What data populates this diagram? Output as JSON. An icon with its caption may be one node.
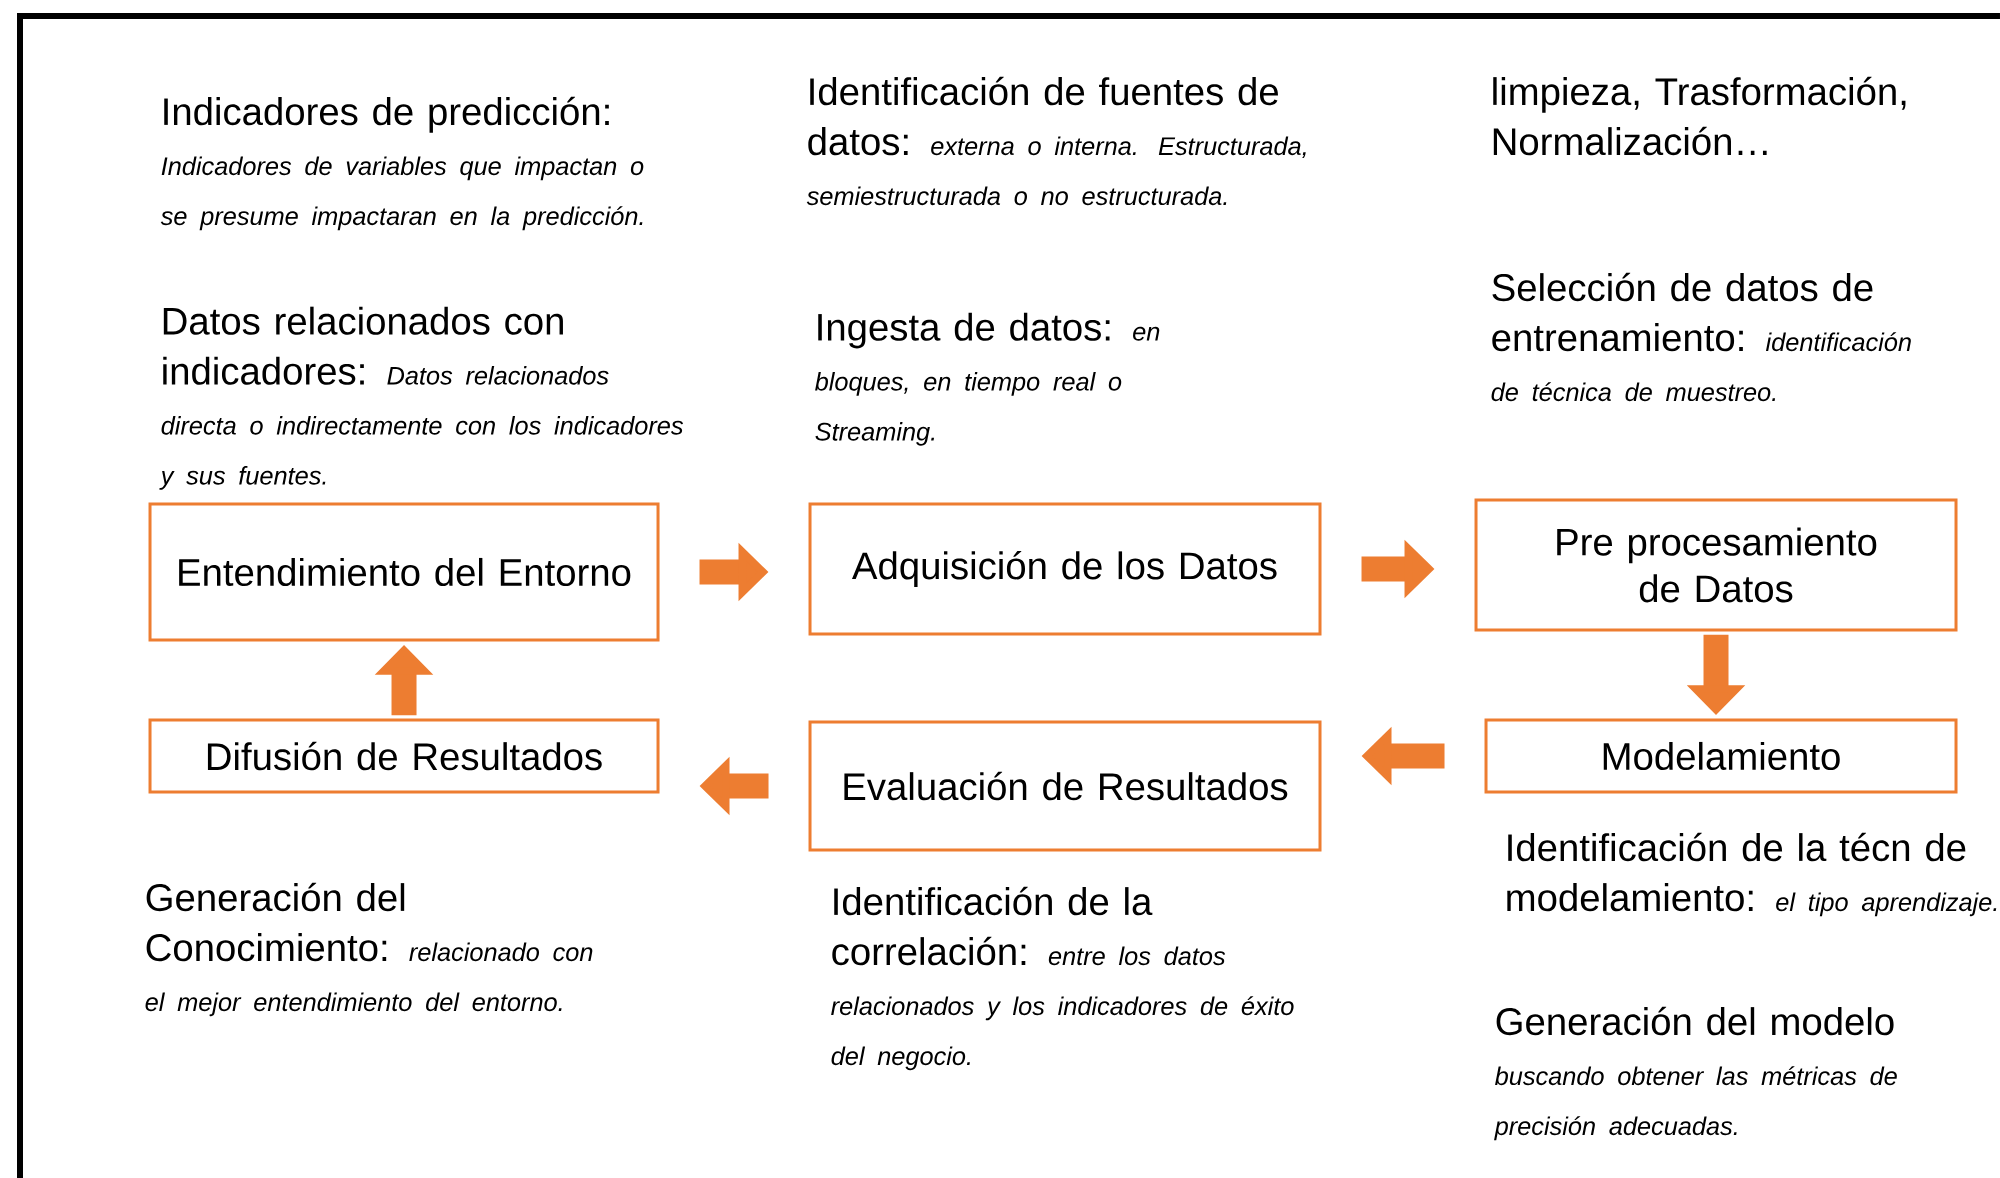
{
  "diagram": {
    "nodes": [
      {
        "text": [
          "Entendimiento del Entorno"
        ]
      },
      {
        "text": [
          "Adquisición de los Datos"
        ]
      },
      {
        "text": [
          "Pre procesamiento de Datos"
        ]
      },
      {
        "text": [
          "Difusión de Resultados"
        ]
      },
      {
        "text": [
          "Evaluación de Resultados"
        ]
      },
      {
        "text": [
          "Modelamiento"
        ]
      }
    ],
    "edges": [
      {
        "from": 0,
        "to": 1,
        "arrow": "to"
      },
      {
        "from": 1,
        "to": 2,
        "arrow": "to"
      },
      {
        "from": 2,
        "to": 5,
        "arrow": "to"
      },
      {
        "from": 5,
        "to": 4,
        "arrow": "to"
      },
      {
        "from": 4,
        "to": 3,
        "arrow": "to"
      },
      {
        "from": 3,
        "to": 0,
        "arrow": "to"
      }
    ],
    "labels": [
      "Indicadores de predicción: *Indicadores de variables que impactan o se presume impactaran en la predicción.*",
      "Identificación de fuentes de datos: *externa o interna. Estructurada, semiestructurada o no estructurada.*",
      "limpieza, Trasformación, Normalización…",
      "Datos relacionados con indicadores: *Datos relacionados directa o indirectamente con los indicadores y sus fuentes.*",
      "Ingesta de datos: *en bloques, en tiempo real o Streaming.*",
      "Selección de datos de entrenamiento: *identificación de técnica de muestreo.*",
      "Identificación de la técn de modelamiento: *el tipo aprendizaje.*",
      "Generación del Conocimiento: *relacionado con el mejor entendimiento del entorno.*",
      "Identificación de la correlación: *entre los datos relacionados y los indicadores de éxito del negocio.*",
      "Generación del modelo *buscando obtener las métricas de precisión adecuadas.*"
    ]
  }
}
